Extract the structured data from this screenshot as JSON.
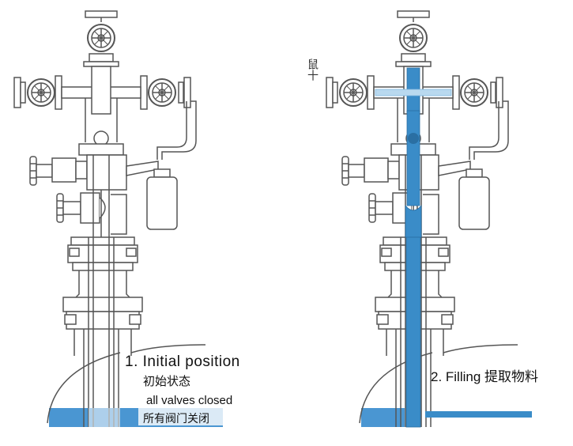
{
  "left_panel": {
    "title": "1. Initial position",
    "title_cn": "初始状态",
    "note": "all valves closed",
    "note_cn": "所有阀门关闭"
  },
  "right_panel": {
    "title": "2. Filling 提取物料",
    "side_mark": "鼠十"
  },
  "colors": {
    "line": "#555555",
    "fill_blue": "#3a8cc8",
    "liquid_blue": "#4a96d2",
    "light_blue": "#b9d9ef",
    "steel": "#e9edf0"
  }
}
